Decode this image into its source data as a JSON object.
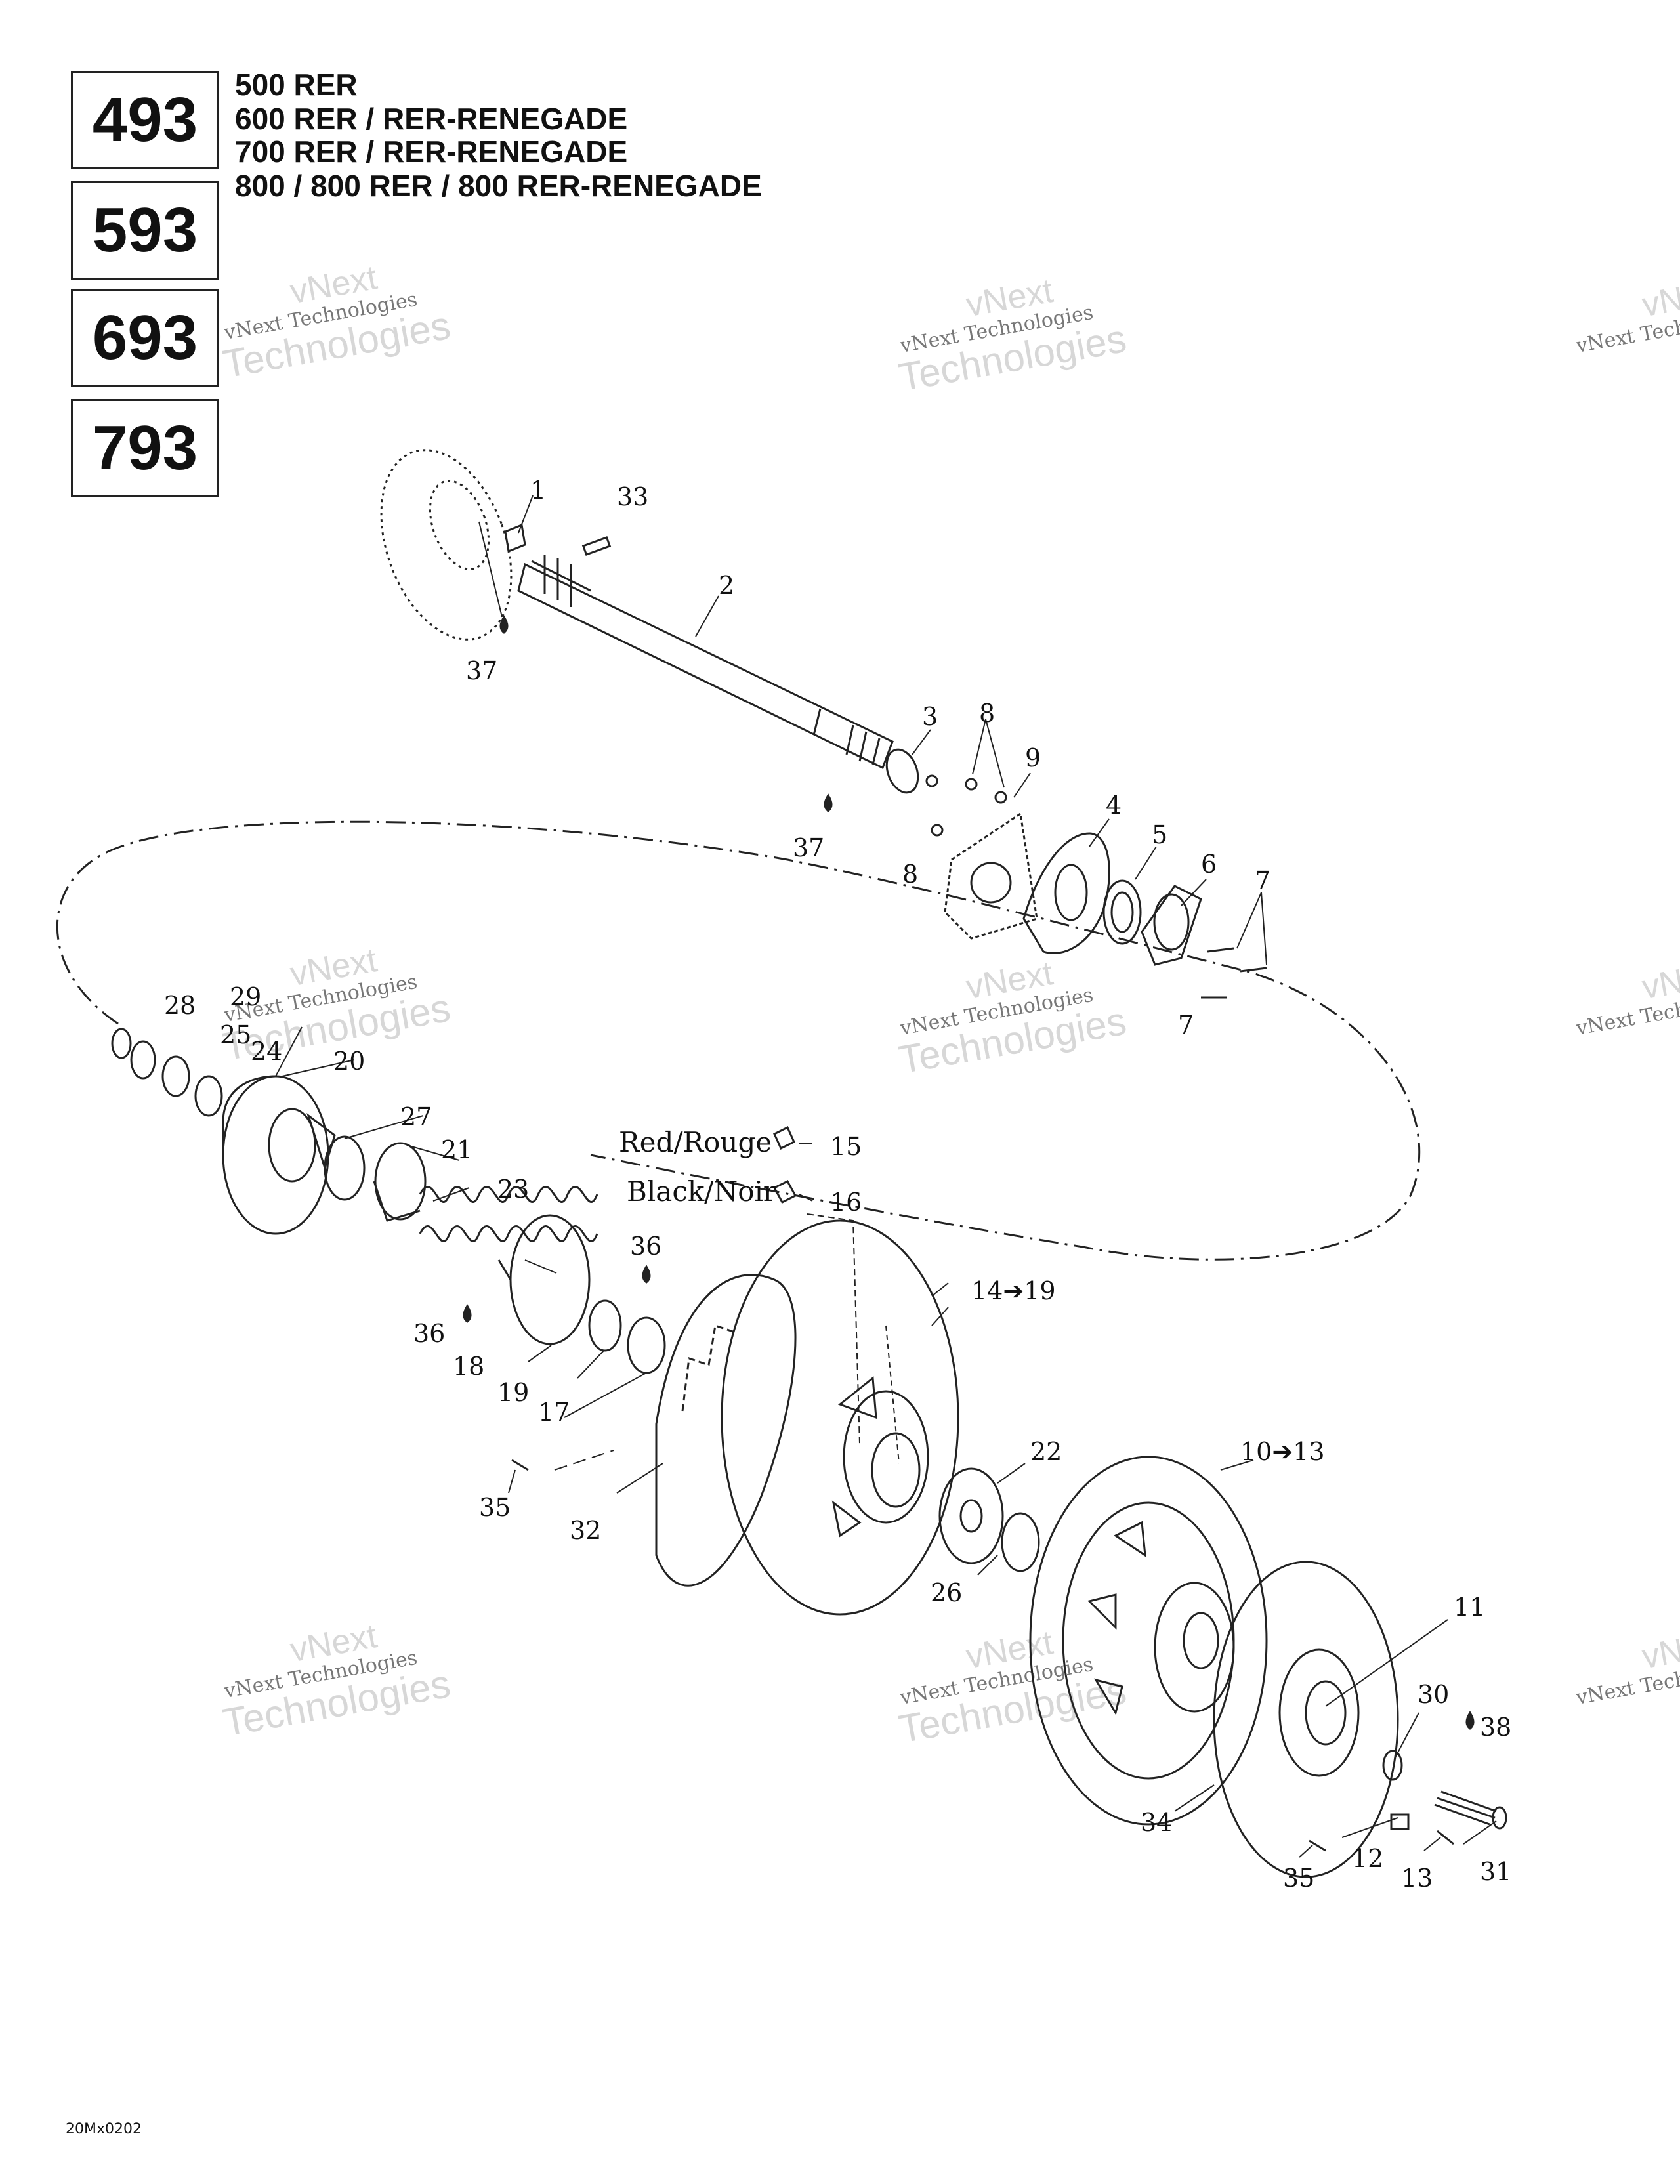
{
  "models": [
    "493",
    "593",
    "693",
    "793"
  ],
  "model_lines": [
    "500 RER",
    "600 RER / RER-RENEGADE",
    "700 RER / RER-RENEGADE",
    "800 / 800 RER / 800 RER-RENEGADE"
  ],
  "watermark": {
    "line1": "vNext",
    "line2": "vNext Technologies",
    "line3": "Technologies"
  },
  "callouts": [
    "1",
    "2",
    "3",
    "4",
    "5",
    "6",
    "7",
    "7",
    "8",
    "8",
    "9",
    "10➔13",
    "11",
    "12",
    "13",
    "14➔19",
    "15",
    "16",
    "17",
    "18",
    "19",
    "20",
    "21",
    "22",
    "23",
    "24",
    "25",
    "26",
    "27",
    "28",
    "29",
    "30",
    "31",
    "32",
    "33",
    "34",
    "35",
    "35",
    "36",
    "36",
    "37",
    "37",
    "38"
  ],
  "color_labels": {
    "red": "Red/Rouge",
    "black": "Black/Noir"
  },
  "drawing_code": "20Mx0202"
}
